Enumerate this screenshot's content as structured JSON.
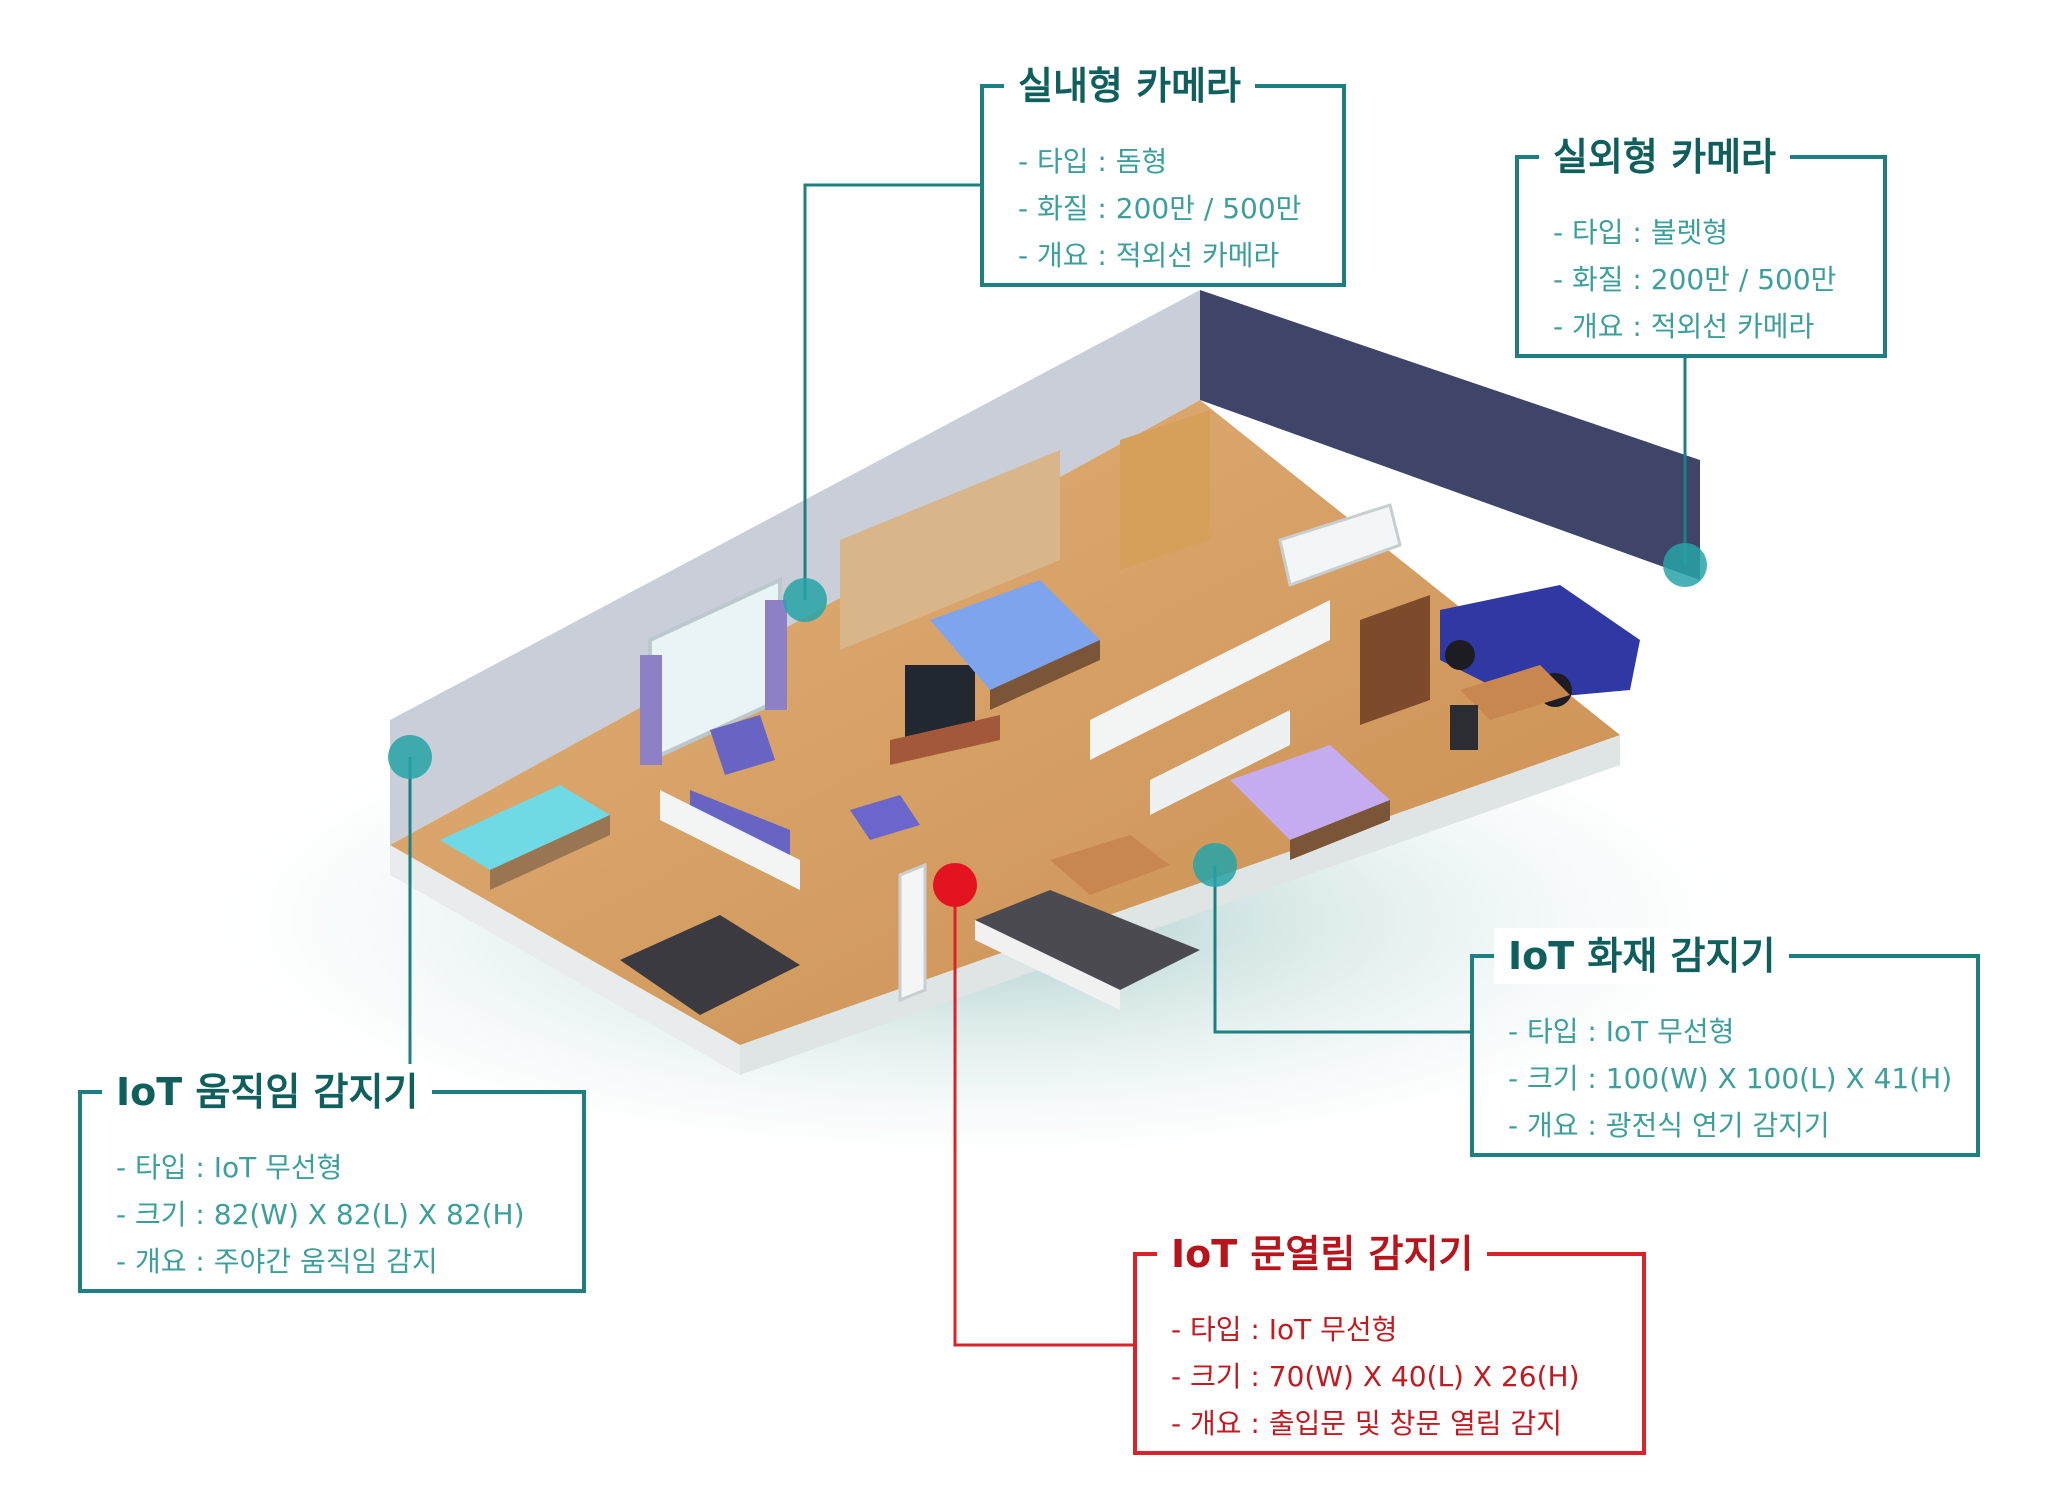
{
  "callouts": {
    "indoor_camera": {
      "title": "실내형 카메라",
      "items": [
        "- 타입 : 돔형",
        "- 화질 : 200만 / 500만",
        "- 개요 : 적외선 카메라"
      ]
    },
    "outdoor_camera": {
      "title": "실외형 카메라",
      "items": [
        "- 타입 : 불렛형",
        "- 화질 : 200만 / 500만",
        "- 개요 : 적외선 카메라"
      ]
    },
    "fire_sensor": {
      "title": "IoT 화재 감지기",
      "items": [
        "- 타입 : IoT 무선형",
        "- 크기 : 100(W) X 100(L) X 41(H)",
        "- 개요 : 광전식 연기 감지기"
      ]
    },
    "motion_sensor": {
      "title": "IoT 움직임 감지기",
      "items": [
        "- 타입 : IoT 무선형",
        "- 크기 : 82(W) X 82(L) X 82(H)",
        "- 개요 : 주야간 움직임 감지"
      ]
    },
    "door_sensor": {
      "title": "IoT 문열림 감지기",
      "items": [
        "- 타입 : IoT 무선형",
        "- 크기 : 70(W) X 40(L) X 26(H)",
        "- 개요 : 출입문 및 창문 열림 감지"
      ]
    }
  },
  "colors": {
    "teal": "#1d7f80",
    "teal_dot": "#27a3a7",
    "red": "#d9222a",
    "floor": "#d6a063"
  }
}
